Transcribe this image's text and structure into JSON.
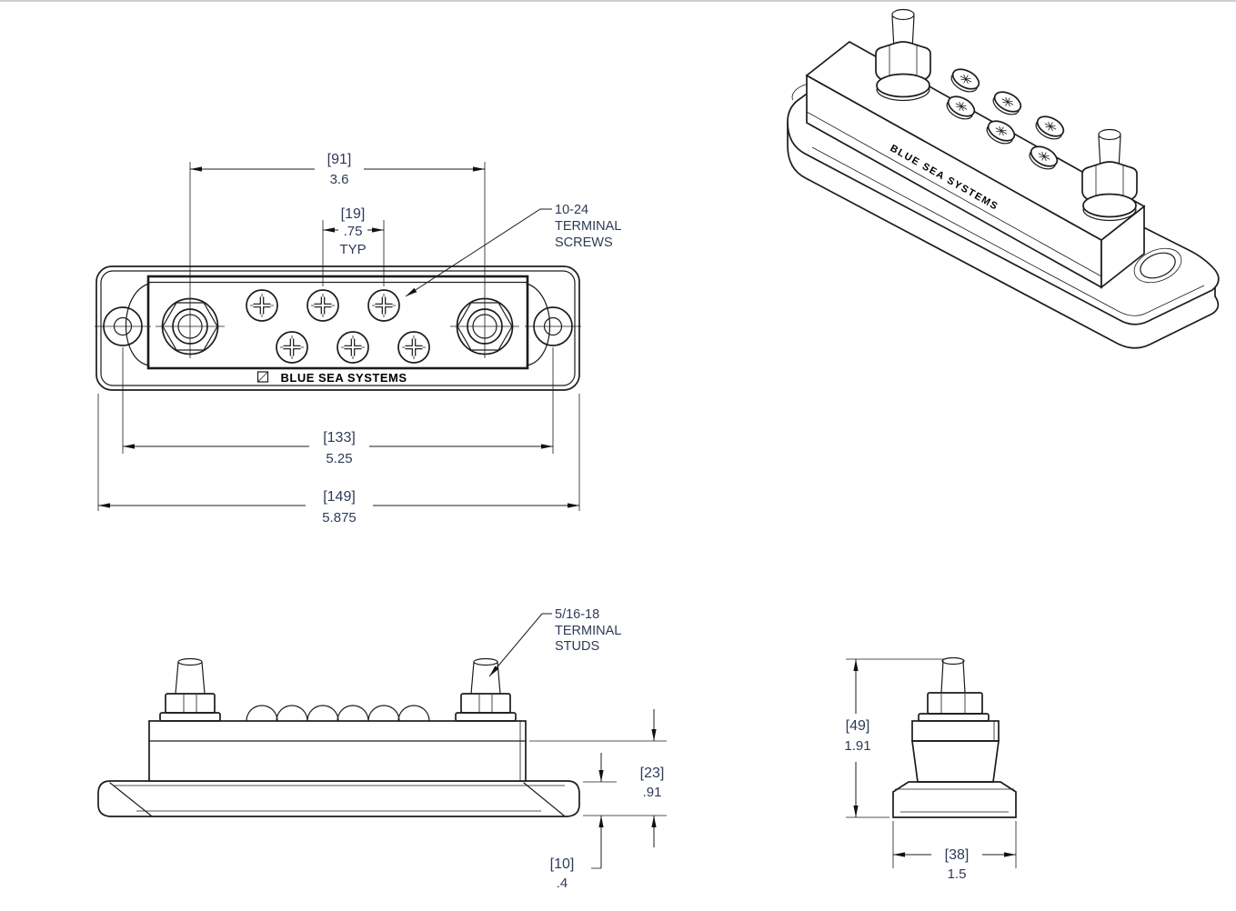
{
  "colors": {
    "line": "#1c1c1c",
    "dim_text": "#2e3a56",
    "brand_text": "#000000",
    "background": "#ffffff"
  },
  "front_view": {
    "dim_stud_spacing": {
      "mm": "[91]",
      "in": "3.6"
    },
    "dim_screw_pitch": {
      "mm": "[19]",
      "in": ".75",
      "suffix": "TYP"
    },
    "screw_callout": {
      "line1": "10-24",
      "line2": "TERMINAL",
      "line3": "SCREWS"
    },
    "dim_mount_spacing": {
      "mm": "[133]",
      "in": "5.25"
    },
    "dim_overall_length": {
      "mm": "[149]",
      "in": "5.875"
    },
    "brand_label": "BLUE SEA SYSTEMS"
  },
  "side_view": {
    "stud_callout": {
      "line1": "5/16-18",
      "line2": "TERMINAL",
      "line3": "STUDS"
    },
    "dim_body_height": {
      "mm": "[23]",
      "in": ".91"
    },
    "dim_base_height": {
      "mm": "[10]",
      "in": ".4"
    }
  },
  "end_view": {
    "dim_overall_height": {
      "mm": "[49]",
      "in": "1.91"
    },
    "dim_overall_width": {
      "mm": "[38]",
      "in": "1.5"
    }
  },
  "iso_view": {
    "brand_label": "BLUE SEA SYSTEMS"
  }
}
